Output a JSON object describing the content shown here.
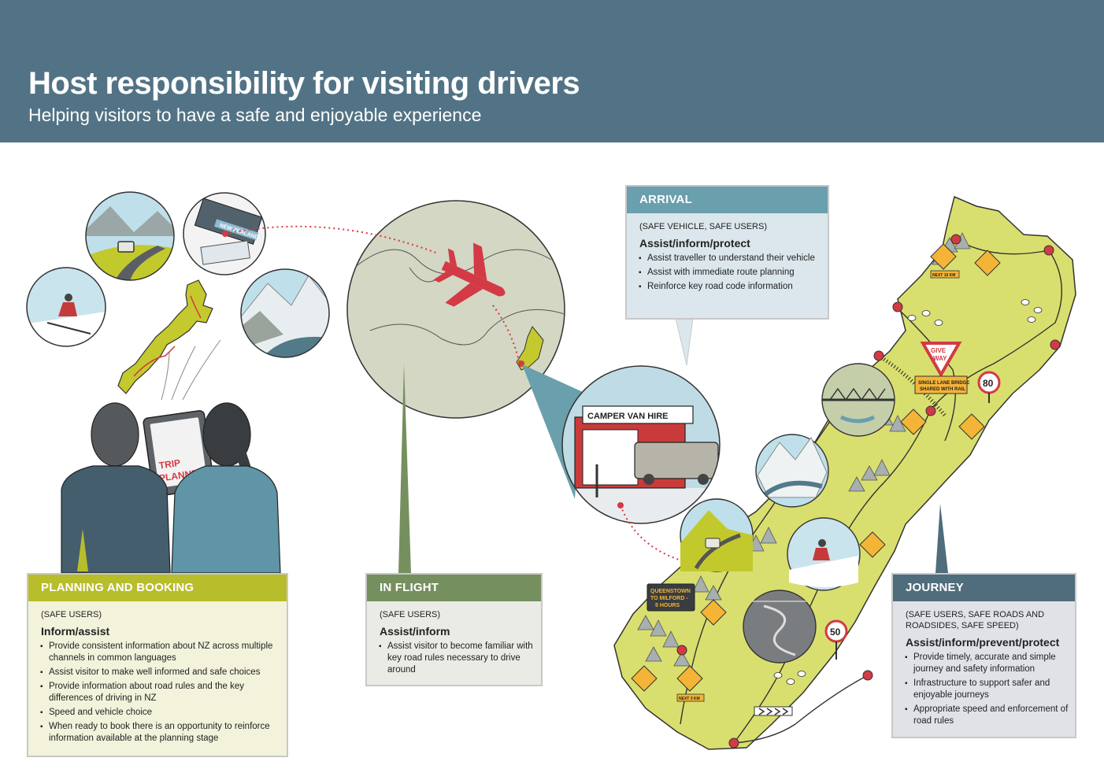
{
  "header": {
    "title": "Host responsibility for visiting drivers",
    "subtitle": "Helping visitors to have a safe and enjoyable experience"
  },
  "colors": {
    "header_bg": "#527385",
    "planning": "#b8bd2c",
    "in_flight": "#768f5e",
    "arrival": "#6a9fad",
    "journey": "#4f6d7c",
    "land": "#d9df6e",
    "route_red": "#d33a45"
  },
  "illustration": {
    "book_label": "NEW ZEALAND",
    "tablet_label_1": "TRIP",
    "tablet_label_2": "PLANNER",
    "hire_sign": "CAMPER VAN HIRE",
    "distance_sign_1": "QUEENSTOWN",
    "distance_sign_2": "TO MILFORD -",
    "distance_sign_3": "5 HOURS",
    "give_way_1": "GIVE",
    "give_way_2": "WAY",
    "bridge_sign_1": "SINGLE LANE BRIDGE",
    "bridge_sign_2": "SHARED WITH RAIL",
    "speed_80": "80",
    "speed_50": "50",
    "next_10km": "NEXT 10 KM",
    "next_3km": "NEXT 3 KM"
  },
  "stages": {
    "planning": {
      "heading": "PLANNING AND BOOKING",
      "users": "(SAFE USERS)",
      "role": "Inform/assist",
      "items": [
        "Provide consistent information about NZ across multiple channels in common languages",
        "Assist visitor to make well informed and safe choices",
        "Provide information about road rules and the key differences of driving in NZ",
        "Speed and vehicle choice",
        "When ready to book there is an opportunity to reinforce information available at the planning stage"
      ]
    },
    "in_flight": {
      "heading": "IN FLIGHT",
      "users": "(SAFE USERS)",
      "role": "Assist/inform",
      "items": [
        "Assist visitor to become familiar with key road rules necessary to drive around"
      ]
    },
    "arrival": {
      "heading": "ARRIVAL",
      "users": "(SAFE VEHICLE, SAFE USERS)",
      "role": "Assist/inform/protect",
      "items": [
        "Assist traveller to understand their vehicle",
        "Assist with immediate route planning",
        "Reinforce key road code information"
      ]
    },
    "journey": {
      "heading": "JOURNEY",
      "users": "(SAFE USERS, SAFE ROADS AND ROADSIDES, SAFE SPEED)",
      "role": "Assist/inform/prevent/protect",
      "items": [
        "Provide timely, accurate and simple journey and safety information",
        "Infrastructure to support safer and enjoyable journeys",
        "Appropriate speed and enforcement of road rules"
      ]
    }
  }
}
